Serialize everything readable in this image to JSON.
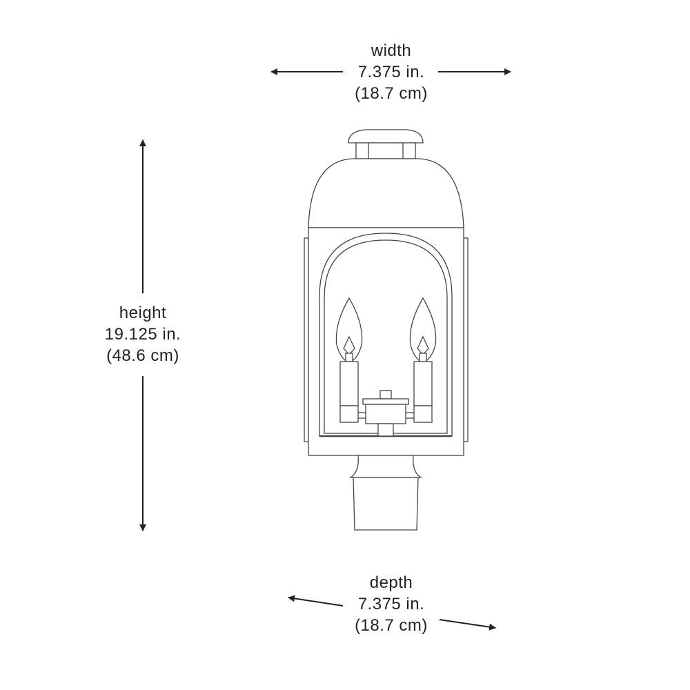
{
  "width": {
    "label": "width",
    "inches": "7.375 in.",
    "cm": "(18.7 cm)"
  },
  "height": {
    "label": "height",
    "inches": "19.125 in.",
    "cm": "(48.6 cm)"
  },
  "depth": {
    "label": "depth",
    "inches": "7.375 in.",
    "cm": "(18.7 cm)"
  },
  "colors": {
    "line": "#222222",
    "background": "#ffffff"
  }
}
